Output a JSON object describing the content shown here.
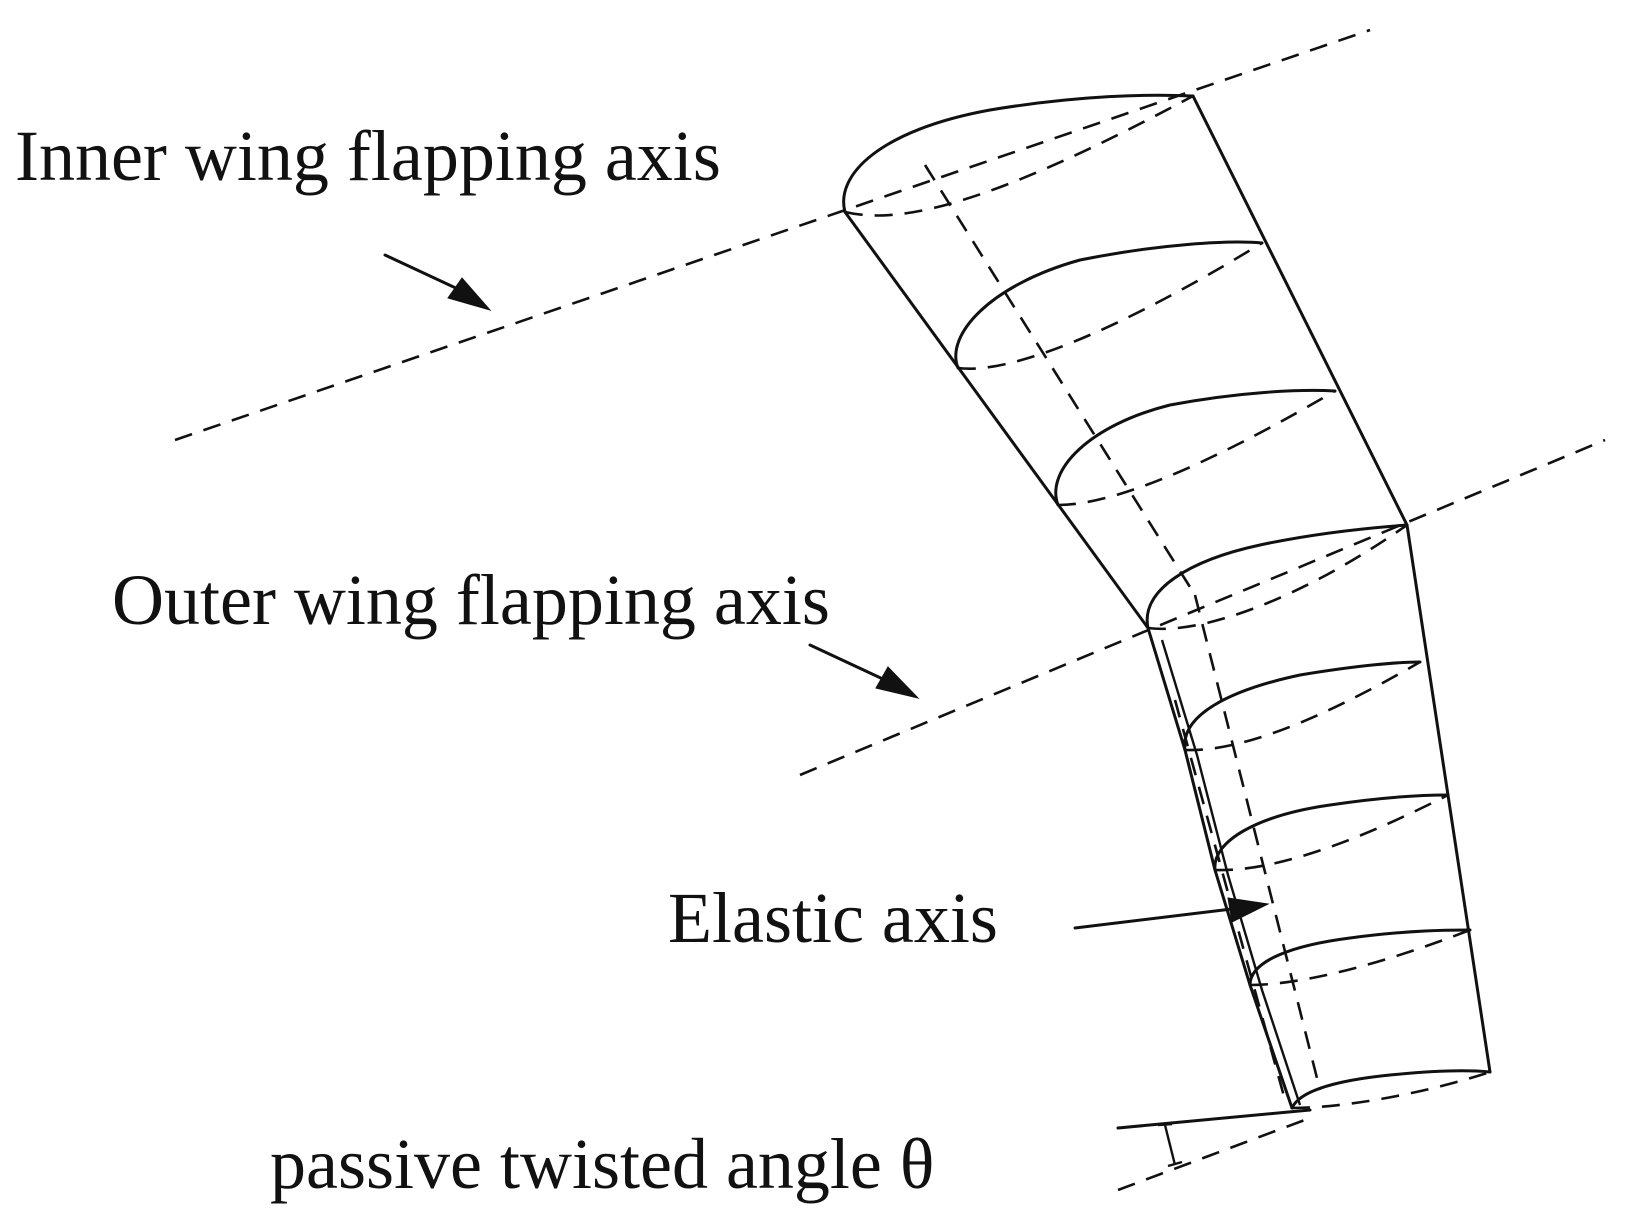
{
  "labels": {
    "inner_axis": "Inner wing flapping axis",
    "outer_axis": "Outer wing flapping axis",
    "elastic_axis": "Elastic axis",
    "twist_angle": "passive twisted angle θ"
  },
  "colors": {
    "stroke": "#111111",
    "background": "#ffffff"
  }
}
